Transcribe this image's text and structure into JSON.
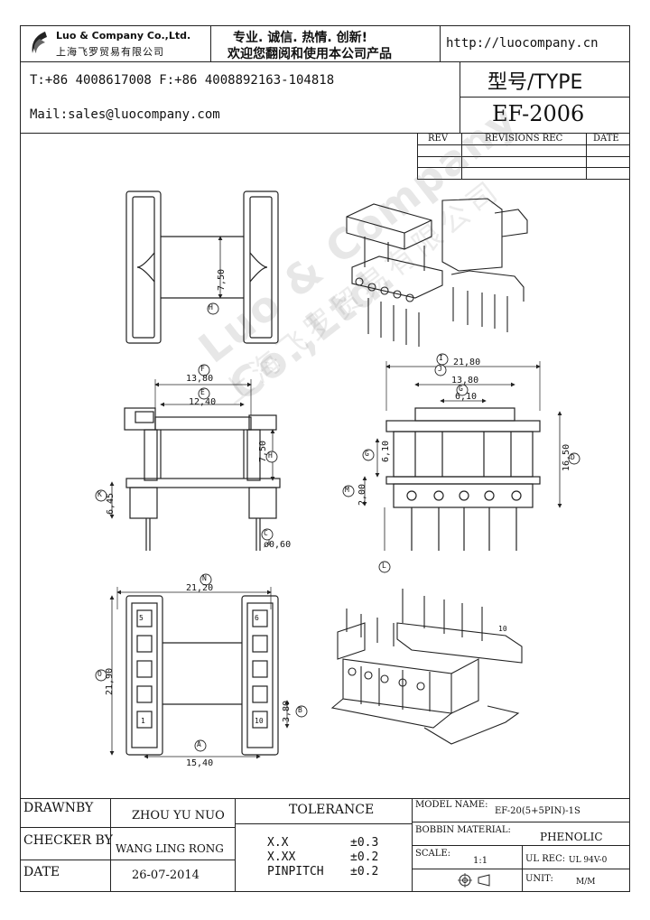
{
  "header": {
    "company_en": "Luo & Company Co.,Ltd.",
    "company_cn": "上海飞罗贸易有限公司",
    "slogan_line1": "专业. 诚信.  热情.  创新!",
    "slogan_line2": "欢迎您翻阅和使用本公司产品",
    "website": "http://luocompany.cn",
    "phone_line": "T:+86 4008617008 F:+86 4008892163-104818",
    "mail_line": "Mail:sales@luocompany.com",
    "type_label": "型号/TYPE",
    "type_value": "EF-2006"
  },
  "revisions": {
    "headers": [
      "REV",
      "REVISIONS REC",
      "DATE"
    ]
  },
  "watermark": {
    "text_en": "Luo & Company Co.,Ltd.",
    "text_cn": "上海飞罗贸易有限公司"
  },
  "drawing": {
    "top_view": {
      "dims": [
        "7,50"
      ],
      "markers": [
        "H"
      ]
    },
    "front_view": {
      "dims": [
        "13,80",
        "12,40",
        "7,50",
        "6,45",
        "ø0,60"
      ],
      "markers": [
        "F",
        "E",
        "H",
        "K",
        "C"
      ]
    },
    "side_view": {
      "dims": [
        "21,80",
        "13,80",
        "6,10",
        "6,10",
        "16,50",
        "2,00"
      ],
      "markers": [
        "I",
        "J",
        "G",
        "G",
        "D",
        "M",
        "L"
      ]
    },
    "bottom_view": {
      "dims": [
        "21,20",
        "21,90",
        "3,80",
        "15,40"
      ],
      "markers": [
        "N",
        "O",
        "B",
        "A"
      ],
      "pin_labels": [
        "6",
        "5",
        "1",
        "10"
      ]
    },
    "iso_pin_label": "10"
  },
  "title_block": {
    "drawnby_label": "DRAWNBY",
    "drawnby_value": "ZHOU YU NUO",
    "checker_label": "CHECKER BY",
    "checker_value": "WANG LING RONG",
    "date_label": "DATE",
    "date_value": "26-07-2014",
    "tolerance_label": "TOLERANCE",
    "tolerances": [
      {
        "key": "X.X",
        "value": "±0.3"
      },
      {
        "key": "X.XX",
        "value": "±0.2"
      },
      {
        "key": "PINPITCH",
        "value": "±0.2"
      }
    ],
    "model_label": "MODEL NAME:",
    "model_value": "EF-20(5+5PIN)-1S",
    "material_label": "BOBBIN MATERIAL:",
    "material_value": "PHENOLIC",
    "scale_label": "SCALE:",
    "scale_value": "1:1",
    "ul_label": "UL REC:",
    "ul_value": "UL 94V-0",
    "unit_label": "UNIT:",
    "unit_value": "M/M"
  }
}
